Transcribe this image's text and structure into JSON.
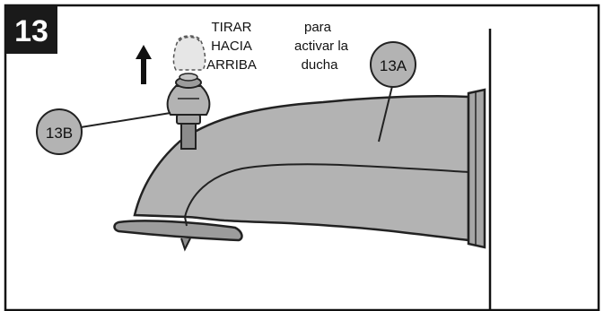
{
  "step": {
    "number": "13",
    "badge_color": "#1a1a1a"
  },
  "instruction": {
    "line1": "TIRAR",
    "line2": "HACIA",
    "line3": "ARRIBA"
  },
  "note": {
    "line1": "para",
    "line2": "activar la",
    "line3": "ducha"
  },
  "callouts": {
    "spout": "13A",
    "diverter": "13B"
  },
  "colors": {
    "part_fill": "#b3b3b3",
    "part_dark": "#8c8c8c",
    "outline": "#222222"
  },
  "icons": {
    "arrow": "up-arrow-icon"
  }
}
